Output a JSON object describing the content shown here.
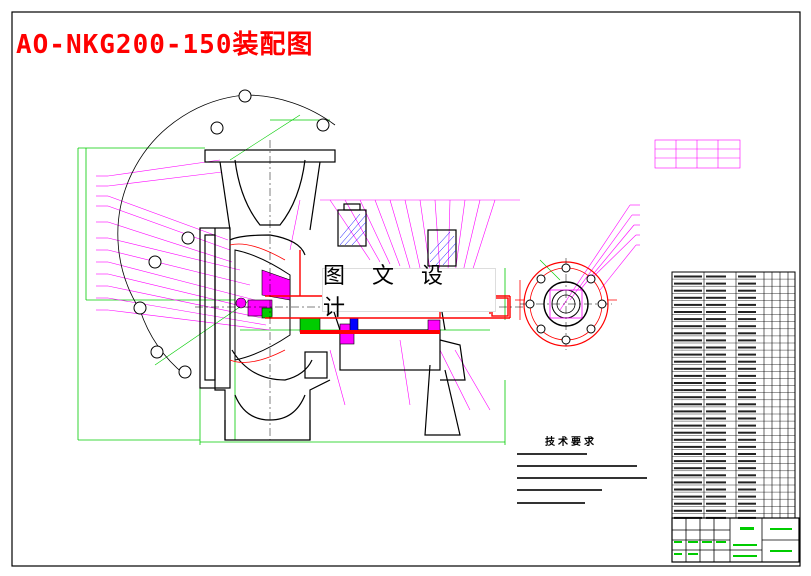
{
  "title": "AO-NKG200-150装配图",
  "watermark": "图 文 设 计",
  "tech_requirements": {
    "heading": "技术要求"
  },
  "colors": {
    "title": "#ff0000",
    "outline": "#000000",
    "section": "#ff0000",
    "leader": "#ff00ff",
    "dimension": "#00cc00",
    "hatch": "#0000ff"
  }
}
